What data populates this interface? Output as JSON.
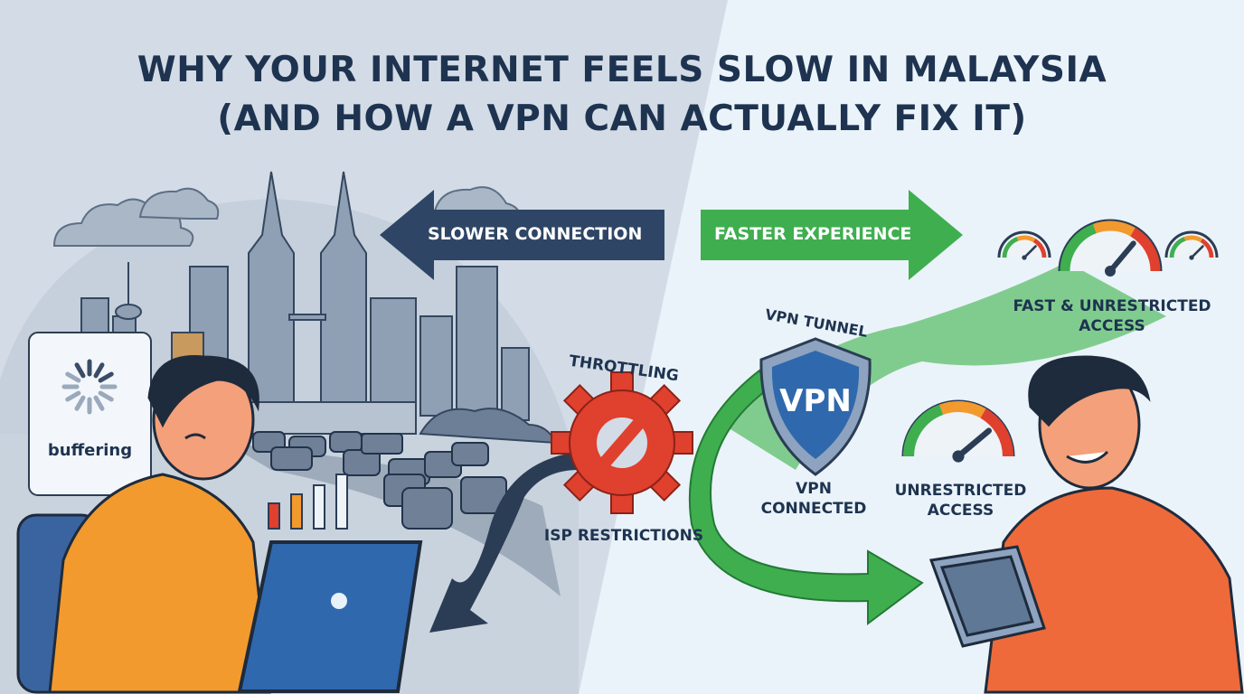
{
  "title": {
    "line1": "WHY YOUR INTERNET FEELS SLOW IN MALAYSIA",
    "line2": "(AND HOW A VPN CAN ACTUALLY FIX IT)"
  },
  "left": {
    "arrow_label": "SLOWER CONNECTION",
    "buffering_label": "buffering",
    "throttling_label": "THROTTLING",
    "isp_label": "ISP RESTRICTIONS"
  },
  "right": {
    "arrow_label": "FASTER EXPERIENCE",
    "tunnel_label": "VPN TUNNEL",
    "shield_text": "VPN",
    "connected_line1": "VPN",
    "connected_line2": "CONNECTED",
    "fast_line1": "FAST & UNRESTRICTED",
    "fast_line2": "ACCESS",
    "unrestricted_line1": "UNRESTRICTED",
    "unrestricted_line2": "ACCESS"
  },
  "colors": {
    "navy": "#1e3350",
    "green": "#3fae4f",
    "red": "#e0402e",
    "orange": "#f29a2e",
    "vpn_blue": "#2f68ad"
  },
  "icons": [
    "loading-spinner-icon",
    "signal-bars-icon",
    "blocked-gear-icon",
    "vpn-shield-icon",
    "speedometer-icon"
  ]
}
